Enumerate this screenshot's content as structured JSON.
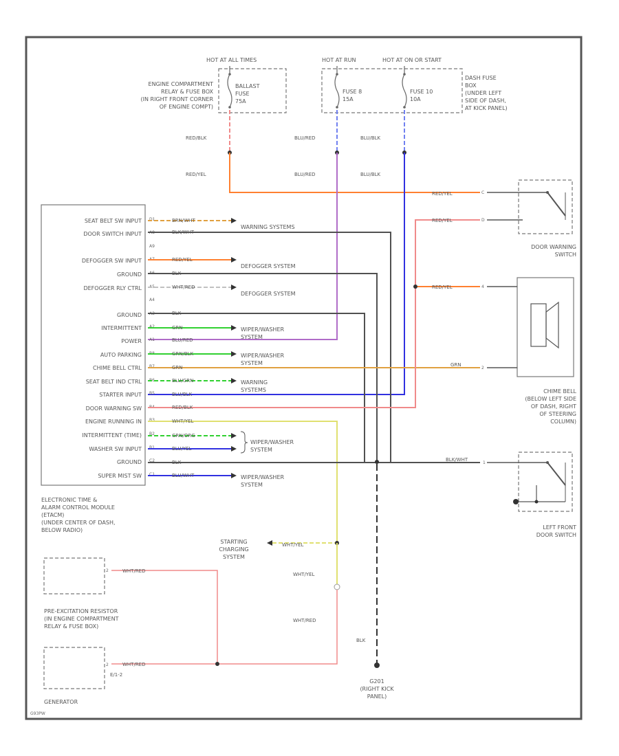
{
  "colors": {
    "red": "#f08a8a",
    "orange": "#ff8030",
    "yel_orange": "#e0a040",
    "purple": "#b06cc8",
    "blue": "#3030e0",
    "light_blue": "#7080f0",
    "green": "#30d030",
    "yellow": "#e0e070",
    "gray": "#505050",
    "border": "#555555"
  },
  "power": {
    "hot_all": "HOT AT ALL TIMES",
    "hot_run": "HOT AT RUN",
    "hot_on": "HOT AT ON OR START",
    "relay_box": [
      "ENGINE COMPARTMENT",
      "RELAY & FUSE BOX",
      "(IN RIGHT FRONT CORNER",
      "OF ENGINE COMPT)"
    ],
    "fusebox": [
      "DASH FUSE",
      "BOX",
      "(UNDER LEFT",
      "SIDE OF DASH,",
      "AT KICK PANEL)"
    ],
    "fuse_ballast": [
      "BALLAST",
      "FUSE",
      "75A"
    ],
    "fuse8": [
      "FUSE 8",
      "15A"
    ],
    "fuse10": [
      "FUSE 10",
      "10A"
    ]
  },
  "wires": {
    "red_blk": "RED/BLK",
    "blu_red": "BLU/RED",
    "blu_blk": "BLU/BLK",
    "red_yel": "RED/YEL",
    "blk_wht": "BLK/WHT",
    "brn_wht": "BRN/WHT",
    "blk": "BLK",
    "wht_red": "WHT/RED",
    "grn": "GRN",
    "grn_blk": "GRN/BLK",
    "blu_grn": "BLU/GRN",
    "wht_yel": "WHT/YEL",
    "grn_org": "GRN/ORG",
    "blu_yel": "BLU/YEL",
    "blu_wht": "BLU/WHT"
  },
  "module": {
    "inputs": [
      {
        "label": "SEAT BELT SW INPUT",
        "pin": "D1"
      },
      {
        "label": "DOOR SWITCH INPUT",
        "pin": "A8"
      },
      {
        "label": "",
        "pin": "A9"
      },
      {
        "label": "DEFOGGER SW INPUT",
        "pin": "A7"
      },
      {
        "label": "GROUND",
        "pin": "A6"
      },
      {
        "label": "DEFOGGER RLY CTRL",
        "pin": "A5"
      },
      {
        "label": "",
        "pin": "A4"
      },
      {
        "label": "GROUND",
        "pin": "A3"
      },
      {
        "label": "INTERMITTENT",
        "pin": "A2"
      },
      {
        "label": "POWER",
        "pin": "A1"
      },
      {
        "label": "AUTO PARKING",
        "pin": "B8"
      },
      {
        "label": "CHIME BELL CTRL",
        "pin": "B7"
      },
      {
        "label": "SEAT BELT IND CTRL",
        "pin": "B6"
      },
      {
        "label": "STARTER INPUT",
        "pin": "B5"
      },
      {
        "label": "DOOR WARNING SW",
        "pin": "B4"
      },
      {
        "label": "ENGINE RUNNING IN",
        "pin": "B3"
      },
      {
        "label": "INTERMITTENT (TIME)",
        "pin": "B2"
      },
      {
        "label": "WASHER SW INPUT",
        "pin": "B1"
      },
      {
        "label": "GROUND",
        "pin": "C2"
      },
      {
        "label": "SUPER MIST SW",
        "pin": "C1"
      }
    ],
    "caption": [
      "ELECTRONIC TIME &",
      "ALARM CONTROL MODULE",
      "(ETACM)",
      "(UNDER CENTER OF DASH,",
      "BELOW RADIO)"
    ]
  },
  "systems": {
    "warning_systems": "WARNING SYSTEMS",
    "defogger_system": "DEFOGGER SYSTEM",
    "wiper_washer": "WIPER/WASHER",
    "system": "SYSTEM",
    "warning": "WARNING",
    "systems_word": "SYSTEMS",
    "wiper_washer_system": "WIPER/WASHER SYSTEM",
    "starting": [
      "STARTING",
      "CHARGING",
      "SYSTEM"
    ]
  },
  "components": {
    "door_warning_switch": [
      "DOOR WARNING",
      "SWITCH"
    ],
    "chime_bell": [
      "CHIME BELL",
      "(BELOW LEFT SIDE",
      "OF DASH, RIGHT",
      "OF STEERING",
      "COLUMN)"
    ],
    "left_front_door_switch": [
      "LEFT FRONT",
      "DOOR SWITCH"
    ],
    "pre_excitation": [
      "PRE-EXCITATION RESISTOR",
      "(IN ENGINE COMPARTMENT",
      "RELAY & FUSE BOX)"
    ],
    "generator": "GENERATOR",
    "e_term": "E/1-2",
    "ground_point": [
      "G201",
      "(RIGHT KICK",
      "PANEL)"
    ],
    "footer": "G93PW"
  }
}
